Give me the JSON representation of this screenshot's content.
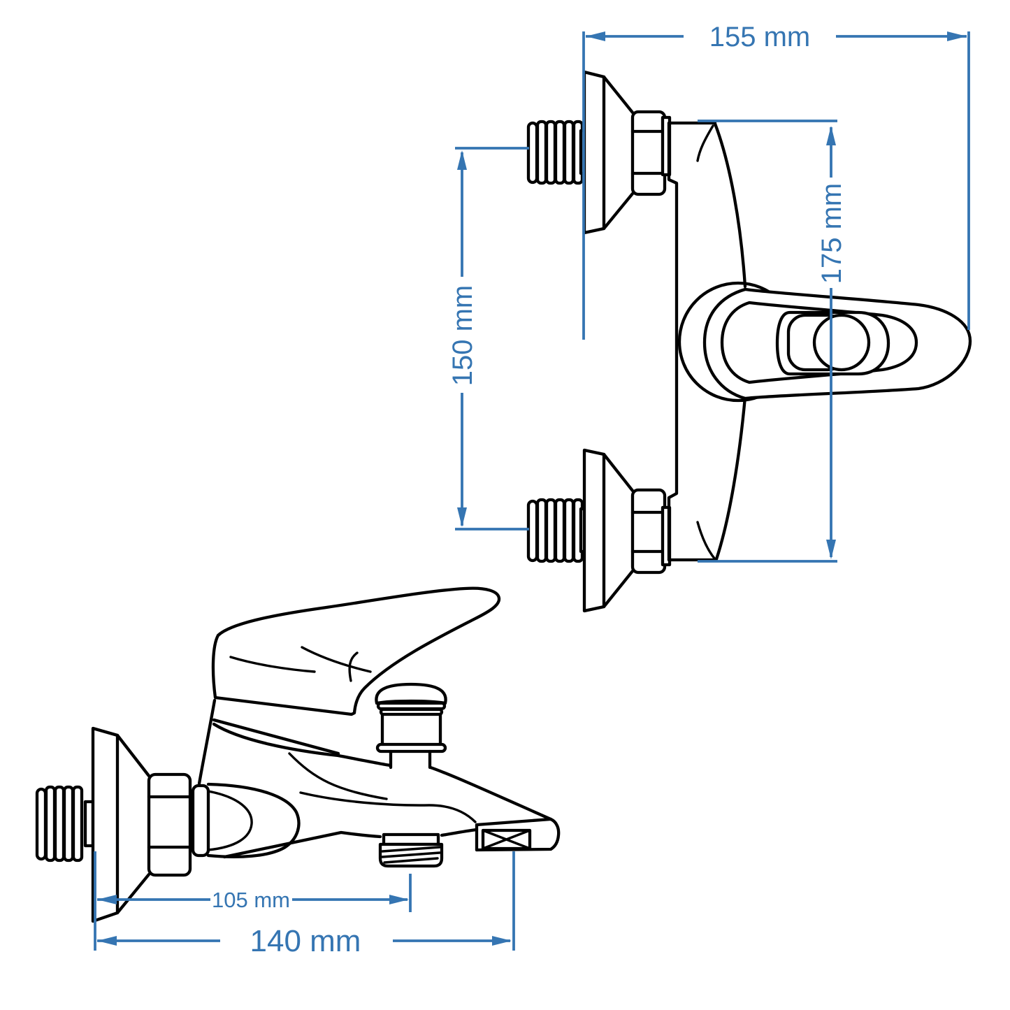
{
  "drawing": {
    "subject": "wall-mounted single-lever bath mixer tap, technical dimension drawing",
    "line_color": "#000000",
    "dimension_color": "#3575B2",
    "background_color": "#ffffff",
    "unit": "mm",
    "views": [
      {
        "id": "top-view",
        "name": "top view of mixer (handle pointing right)"
      },
      {
        "id": "side-view",
        "name": "side view of mixer (spout and shower outlet)"
      }
    ],
    "dimensions": {
      "overall_width": {
        "label": "155 mm",
        "value": 155,
        "unit": "mm",
        "view": "top-view",
        "orientation": "horizontal"
      },
      "body_height": {
        "label": "175 mm",
        "value": 175,
        "unit": "mm",
        "view": "top-view",
        "orientation": "vertical"
      },
      "connection_spacing": {
        "label": "150 mm",
        "value": 150,
        "unit": "mm",
        "view": "top-view",
        "orientation": "vertical"
      },
      "wall_to_hose_outlet": {
        "label": "105 mm",
        "value": 105,
        "unit": "mm",
        "view": "side-view",
        "orientation": "horizontal"
      },
      "wall_to_spout_end": {
        "label": "140 mm",
        "value": 140,
        "unit": "mm",
        "view": "side-view",
        "orientation": "horizontal"
      }
    }
  }
}
